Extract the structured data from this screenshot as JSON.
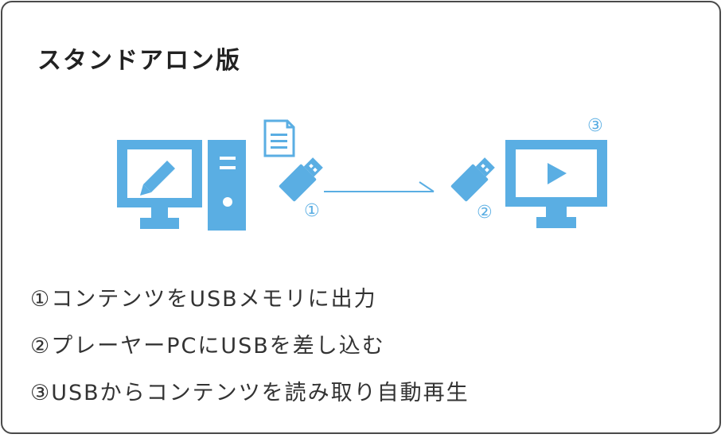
{
  "title": "スタンドアロン版",
  "colors": {
    "accent": "#5aaee3",
    "text": "#333333",
    "border": "#4a4a4a"
  },
  "diagram": {
    "label_1": "①",
    "label_2": "②",
    "label_3": "③",
    "icons": [
      "desktop-pc-icon",
      "pencil-icon",
      "document-icon",
      "usb-drive-icon",
      "arrow-icon",
      "monitor-icon",
      "play-icon"
    ]
  },
  "steps": [
    "①コンテンツをUSBメモリに出力",
    "②プレーヤーPCにUSBを差し込む",
    "③USBからコンテンツを読み取り自動再生"
  ]
}
